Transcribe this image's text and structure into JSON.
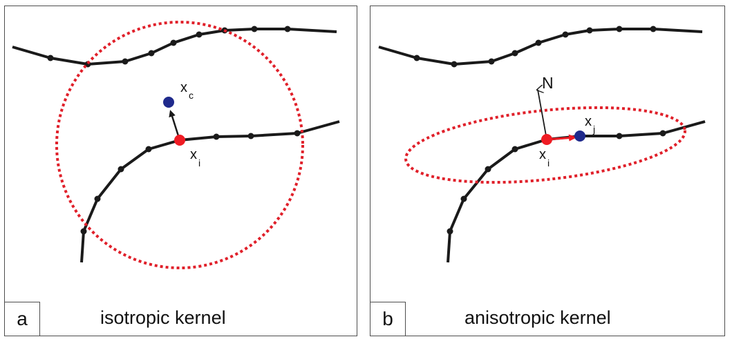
{
  "panels": {
    "a": {
      "tag": "a",
      "caption": "isotropic kernel"
    },
    "b": {
      "tag": "b",
      "caption": "anisotropic kernel"
    }
  },
  "labels": {
    "a": {
      "xc_main": "x",
      "xc_sub": "c",
      "xi_main": "x",
      "xi_sub": "i"
    },
    "b": {
      "n": "N",
      "xi_main": "x",
      "xi_sub": "i",
      "xj_main": "x",
      "xj_sub": "j"
    }
  },
  "colors": {
    "curve": "#1a1a1a",
    "kernel": "#e0202a",
    "point_red": "#ef1c24",
    "point_blue": "#1f2a8c",
    "frame": "#4d4d4d"
  }
}
